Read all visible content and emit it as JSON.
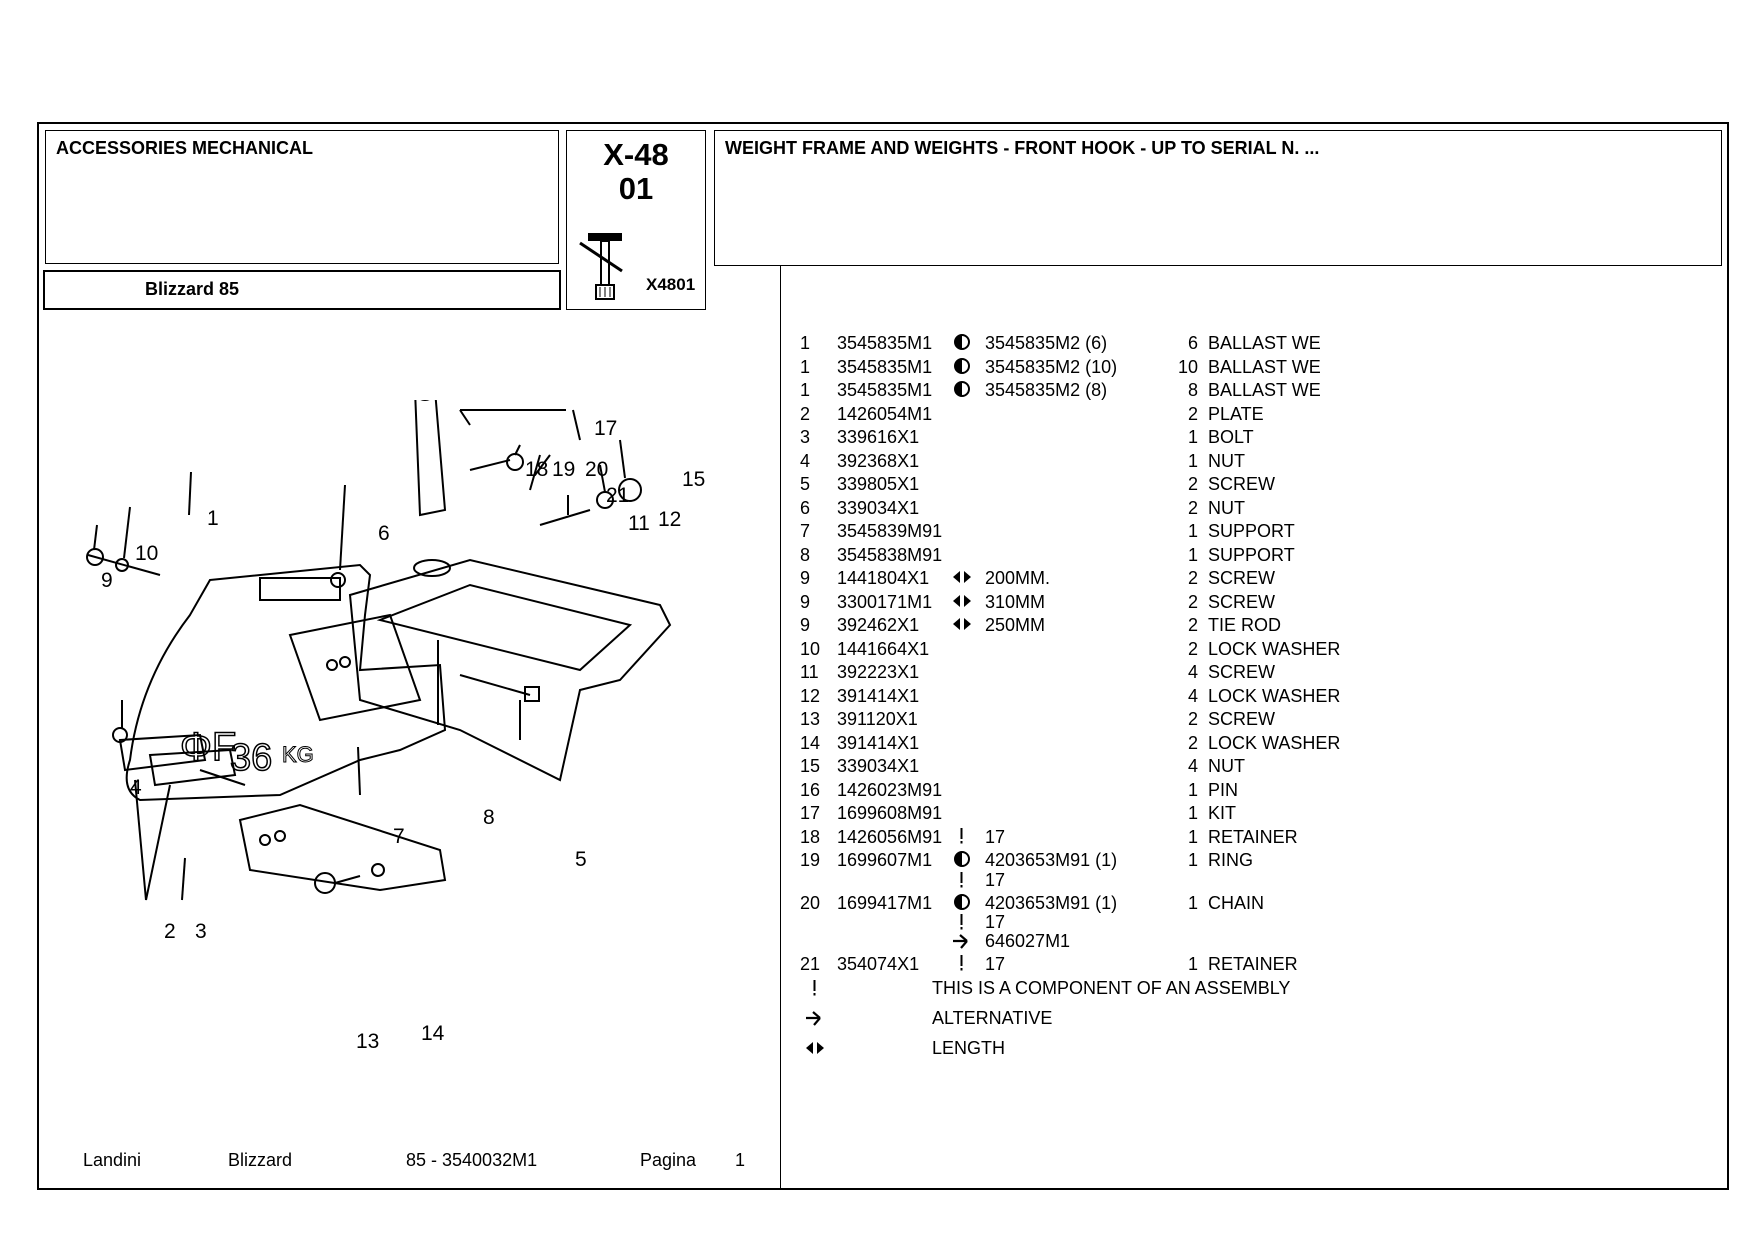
{
  "header": {
    "section": "ACCESSORIES MECHANICAL",
    "model": "Blizzard 85",
    "group_code": "X-48",
    "group_sub": "01",
    "image_code": "X4801",
    "title": "WEIGHT FRAME AND WEIGHTS - FRONT HOOK - UP TO SERIAL N. ..."
  },
  "parts": [
    {
      "pos": "1",
      "pn": "3545835M1",
      "sym": "circle-half-icon",
      "note": "3545835M2  (6)",
      "qty": "6",
      "desc": "BALLAST WE"
    },
    {
      "pos": "1",
      "pn": "3545835M1",
      "sym": "circle-half-icon",
      "note": "3545835M2  (10)",
      "qty": "10",
      "desc": "BALLAST WE"
    },
    {
      "pos": "1",
      "pn": "3545835M1",
      "sym": "circle-half-icon",
      "note": "3545835M2  (8)",
      "qty": "8",
      "desc": "BALLAST WE"
    },
    {
      "pos": "2",
      "pn": "1426054M1",
      "sym": "",
      "note": "",
      "qty": "2",
      "desc": "PLATE"
    },
    {
      "pos": "3",
      "pn": "339616X1",
      "sym": "",
      "note": "",
      "qty": "1",
      "desc": "BOLT"
    },
    {
      "pos": "4",
      "pn": "392368X1",
      "sym": "",
      "note": "",
      "qty": "1",
      "desc": "NUT"
    },
    {
      "pos": "5",
      "pn": "339805X1",
      "sym": "",
      "note": "",
      "qty": "2",
      "desc": "SCREW"
    },
    {
      "pos": "6",
      "pn": "339034X1",
      "sym": "",
      "note": "",
      "qty": "2",
      "desc": "NUT"
    },
    {
      "pos": "7",
      "pn": "3545839M91",
      "sym": "",
      "note": "",
      "qty": "1",
      "desc": "SUPPORT"
    },
    {
      "pos": "8",
      "pn": "3545838M91",
      "sym": "",
      "note": "",
      "qty": "1",
      "desc": "SUPPORT"
    },
    {
      "pos": "9",
      "pn": "1441804X1",
      "sym": "length-icon",
      "note": "200MM.",
      "qty": "2",
      "desc": "SCREW"
    },
    {
      "pos": "9",
      "pn": "3300171M1",
      "sym": "length-icon",
      "note": "310MM",
      "qty": "2",
      "desc": "SCREW"
    },
    {
      "pos": "9",
      "pn": "392462X1",
      "sym": "length-icon",
      "note": "250MM",
      "qty": "2",
      "desc": "TIE ROD"
    },
    {
      "pos": "10",
      "pn": "1441664X1",
      "sym": "",
      "note": "",
      "qty": "2",
      "desc": "LOCK WASHER"
    },
    {
      "pos": "11",
      "pn": "392223X1",
      "sym": "",
      "note": "",
      "qty": "4",
      "desc": "SCREW"
    },
    {
      "pos": "12",
      "pn": "391414X1",
      "sym": "",
      "note": "",
      "qty": "4",
      "desc": "LOCK WASHER"
    },
    {
      "pos": "13",
      "pn": "391120X1",
      "sym": "",
      "note": "",
      "qty": "2",
      "desc": "SCREW"
    },
    {
      "pos": "14",
      "pn": "391414X1",
      "sym": "",
      "note": "",
      "qty": "2",
      "desc": "LOCK WASHER"
    },
    {
      "pos": "15",
      "pn": "339034X1",
      "sym": "",
      "note": "",
      "qty": "4",
      "desc": "NUT"
    },
    {
      "pos": "16",
      "pn": "1426023M91",
      "sym": "",
      "note": "",
      "qty": "1",
      "desc": "PIN"
    },
    {
      "pos": "17",
      "pn": "1699608M91",
      "sym": "",
      "note": "",
      "qty": "1",
      "desc": "KIT"
    },
    {
      "pos": "18",
      "pn": "1426056M91",
      "sym": "exclamation-icon",
      "note": "17",
      "qty": "1",
      "desc": "RETAINER"
    },
    {
      "pos": "19",
      "pn": "1699607M1",
      "sym": "circle-half-icon",
      "note": "4203653M91  (1)",
      "qty": "1",
      "desc": "RING",
      "subs": [
        {
          "sym": "exclamation-icon",
          "note": "17"
        }
      ]
    },
    {
      "pos": "20",
      "pn": "1699417M1",
      "sym": "circle-half-icon",
      "note": "4203653M91  (1)",
      "qty": "1",
      "desc": "CHAIN",
      "subs": [
        {
          "sym": "exclamation-icon",
          "note": "17"
        },
        {
          "sym": "alternative-icon",
          "note": "646027M1"
        }
      ]
    },
    {
      "pos": "21",
      "pn": "354074X1",
      "sym": "exclamation-icon",
      "note": "17",
      "qty": "1",
      "desc": "RETAINER"
    }
  ],
  "legend": [
    {
      "sym": "exclamation-icon",
      "text": "THIS IS A COMPONENT OF AN ASSEMBLY"
    },
    {
      "sym": "alternative-icon",
      "text": "ALTERNATIVE"
    },
    {
      "sym": "length-icon",
      "text": "LENGTH"
    }
  ],
  "footer": {
    "brand": "Landini",
    "series": "Blizzard",
    "catalog": "85 - 3540032M1",
    "page_label": "Pagina",
    "page_number": "1"
  },
  "diagram_labels": [
    "1",
    "2",
    "3",
    "4",
    "5",
    "6",
    "7",
    "8",
    "9",
    "10",
    "11",
    "12",
    "13",
    "14",
    "15",
    "17",
    "18",
    "19",
    "20",
    "21"
  ],
  "casting_text": "ΦF 36 KG"
}
